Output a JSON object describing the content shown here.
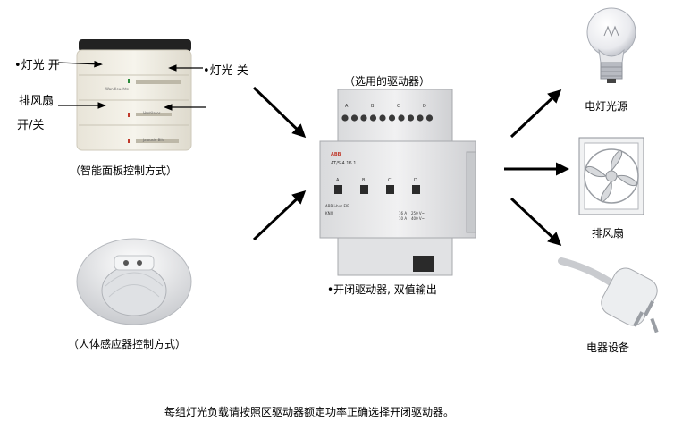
{
  "panel": {
    "label_light_on": "•灯光  开",
    "label_light_off": "•灯光  关",
    "label_fan": "排风扇",
    "label_switch": "开/关",
    "caption": "（智能面板控制方式）",
    "row1_text": "Wandleuchte",
    "row2_text": "Ventilator",
    "row3_text": "Jalousie Bild"
  },
  "sensor": {
    "caption": "（人体感应器控制方式）"
  },
  "actuator": {
    "caption_top": "（选用的驱动器）",
    "caption_bottom": "•开闭驱动器, 双值输出",
    "brand": "ABB",
    "model": "AT/S 4.16.1",
    "channels": [
      "A",
      "B",
      "C",
      "D"
    ],
    "rating_a": "16 A",
    "rating_b": "10 A",
    "volt_a": "250 V~",
    "volt_b": "400 V~",
    "knx": "KNX",
    "abb_inet": "ABB i-bus EIB"
  },
  "outputs": {
    "lamp": "电灯光源",
    "fan": "排风扇",
    "appliance": "电器设备"
  },
  "footer": "每组灯光负载请按照区驱动器额定功率正确选择开闭驱动器。"
}
